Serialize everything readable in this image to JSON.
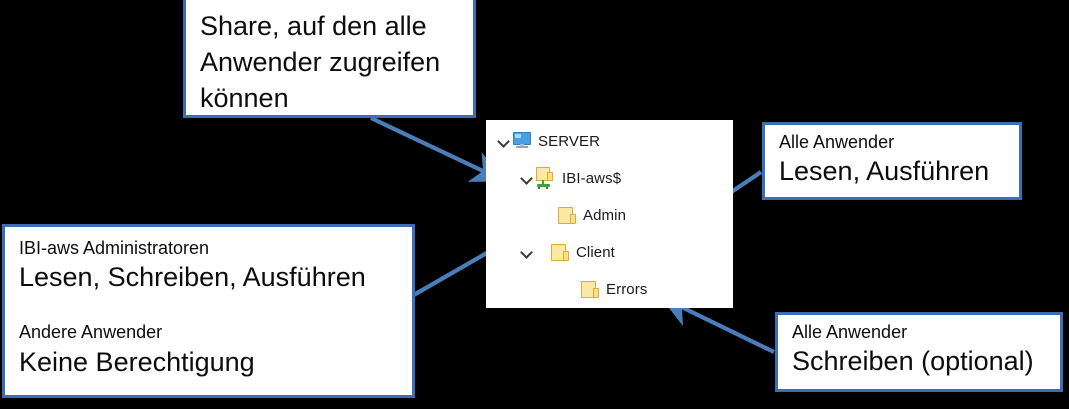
{
  "background_color": "#000000",
  "accent_color": "#3a6fb8",
  "callouts": {
    "share": {
      "lines": [
        "Share, auf den alle",
        "Anwender zugreifen",
        "können"
      ]
    },
    "admins": {
      "group1_title": "IBI-aws Administratoren",
      "group1_rights": "Lesen, Schreiben, Ausführen",
      "group2_title": "Andere Anwender",
      "group2_rights": "Keine Berechtigung"
    },
    "read_exec": {
      "title": "Alle Anwender",
      "rights": "Lesen, Ausführen"
    },
    "write_optional": {
      "title": "Alle Anwender",
      "rights": "Schreiben (optional)"
    }
  },
  "tree": {
    "nodes": [
      {
        "label": "SERVER",
        "icon": "monitor-icon",
        "expanded": true,
        "level": 0
      },
      {
        "label": "IBI-aws$",
        "icon": "shared-folder-icon",
        "expanded": true,
        "level": 1
      },
      {
        "label": "Admin",
        "icon": "folder-icon",
        "expanded": false,
        "level": 2
      },
      {
        "label": "Client",
        "icon": "folder-icon",
        "expanded": true,
        "level": 2
      },
      {
        "label": "Errors",
        "icon": "folder-icon",
        "expanded": false,
        "level": 3
      }
    ]
  }
}
